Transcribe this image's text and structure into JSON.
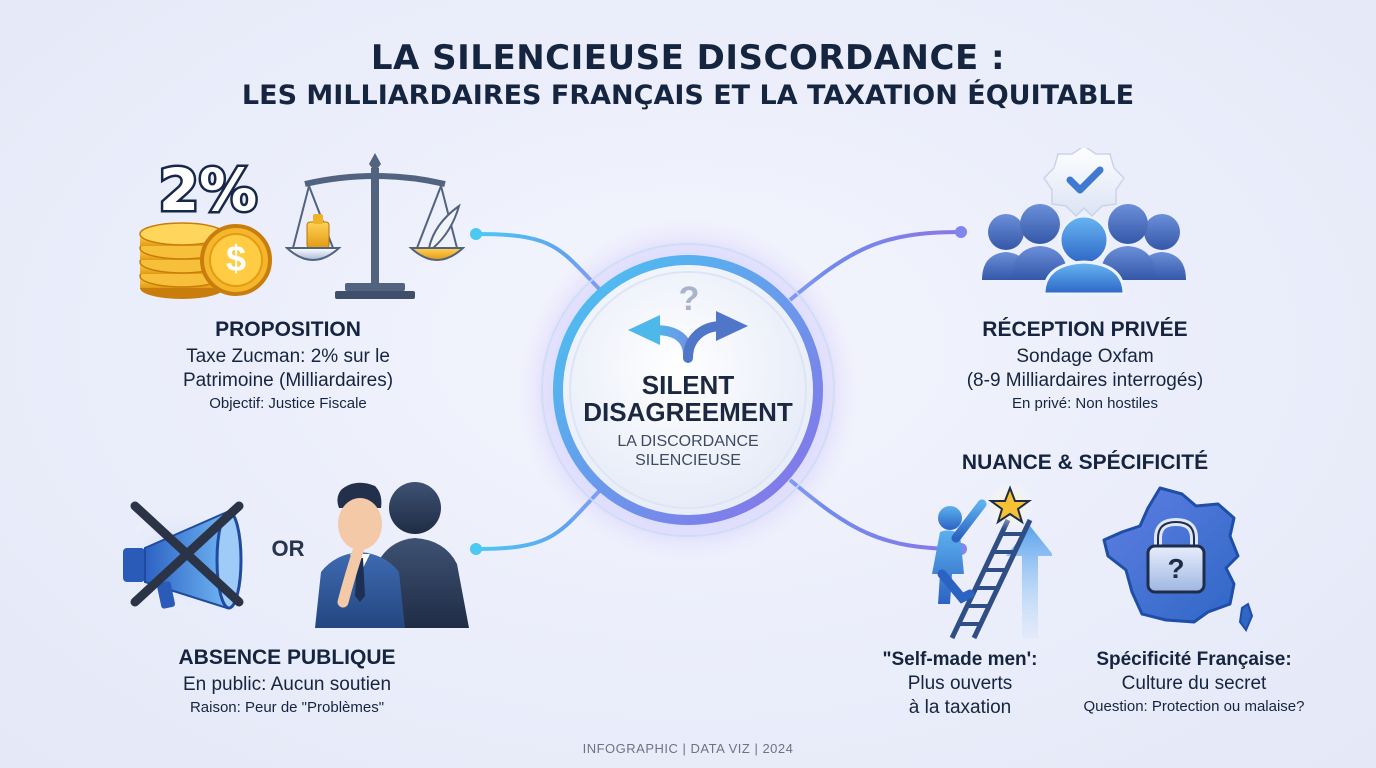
{
  "title": {
    "line1": "LA SILENCIEUSE DISCORDANCE :",
    "line2": "LES MILLIARDAIRES FRANÇAIS ET LA TAXATION ÉQUITABLE"
  },
  "center": {
    "mark": "?",
    "title_line1": "SILENT",
    "title_line2": "DISAGREEMENT",
    "subtitle_line1": "LA DISCORDANCE",
    "subtitle_line2": "SILENCIEUSE"
  },
  "proposition": {
    "badge": "2%",
    "coin_symbol": "$",
    "heading": "PROPOSITION",
    "line1": "Taxe Zucman: 2% sur le",
    "line2": "Patrimoine (Milliardaires)",
    "small": "Objectif: Justice Fiscale"
  },
  "absence": {
    "connector": "OR",
    "heading": "ABSENCE PUBLIQUE",
    "line1": "En public: Aucun soutien",
    "small": "Raison: Peur de \"Problèmes\""
  },
  "reception": {
    "heading": "RÉCEPTION PRIVÉE",
    "line1": "Sondage Oxfam",
    "line2": "(8-9 Milliardaires interrogés)",
    "small": "En privé: Non hostiles"
  },
  "nuance": {
    "heading": "NUANCE & SPÉCIFICITÉ",
    "self_made": {
      "line1": "\"Self-made men':",
      "line2": "Plus ouverts",
      "line3": "à la taxation"
    },
    "francaise": {
      "lock_mark": "?",
      "line1": "Spécificité Française:",
      "line2": "Culture du secret",
      "small": "Question: Protection ou malaise?"
    }
  },
  "footer": "INFOGRAPHIC | DATA VIZ | 2024",
  "colors": {
    "navy": "#16253f",
    "accent_blue": "#3f7fd0",
    "gold": "#f4b62c",
    "purple": "#8b76e6",
    "cyan": "#46c8f0"
  },
  "icons": [
    "coins-icon",
    "scale-icon",
    "megaphone-icon",
    "silence-businessman-icon",
    "group-icon",
    "verified-badge-icon",
    "climbing-ladder-icon",
    "star-icon",
    "france-map-icon",
    "lock-icon",
    "diverging-arrows-icon"
  ]
}
